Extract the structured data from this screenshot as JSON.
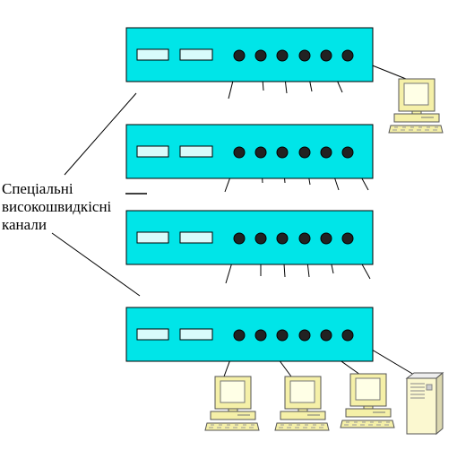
{
  "diagram": {
    "label_lines": [
      "Спеціальні",
      "високошвидкісні",
      "канали"
    ],
    "colors": {
      "switch_fill": "#00e5e8",
      "switch_stroke": "#000000",
      "slot_fill": "#d8fbfb",
      "port_fill": "#222222",
      "pc_body": "#f5f0a8",
      "pc_screen": "#ffffe6",
      "server_body": "#fbf8d0",
      "line": "#000000"
    },
    "switches": [
      {
        "name": "switch-1",
        "ports": 6
      },
      {
        "name": "switch-2",
        "ports": 6
      },
      {
        "name": "switch-3",
        "ports": 6
      },
      {
        "name": "switch-4",
        "ports": 6
      }
    ],
    "devices": [
      {
        "name": "workstation-top",
        "icon": "computer-icon"
      },
      {
        "name": "workstation-bottom-1",
        "icon": "computer-icon"
      },
      {
        "name": "workstation-bottom-2",
        "icon": "computer-icon"
      },
      {
        "name": "workstation-bottom-3",
        "icon": "computer-icon"
      },
      {
        "name": "server",
        "icon": "server-icon"
      }
    ]
  }
}
